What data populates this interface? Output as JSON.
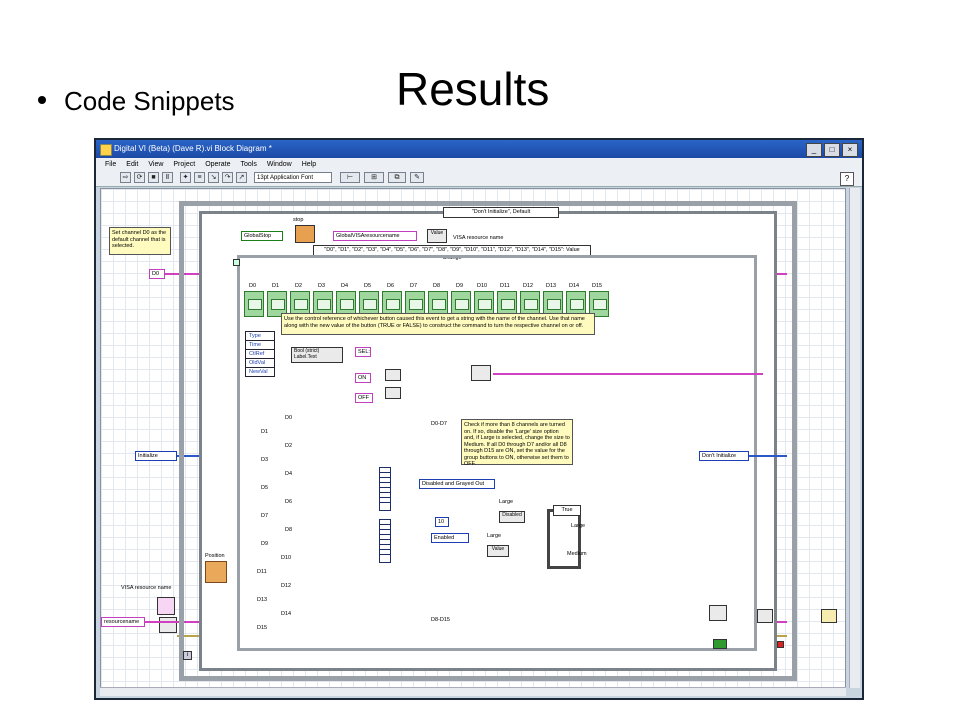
{
  "slide": {
    "title": "Results",
    "bullet": "Code Snippets"
  },
  "window": {
    "title": "Digital VI (Beta) (Dave R).vi Block Diagram *",
    "buttons": [
      "_",
      "□",
      "×"
    ],
    "menu": [
      "File",
      "Edit",
      "View",
      "Project",
      "Operate",
      "Tools",
      "Window",
      "Help"
    ],
    "toolbar": {
      "font_select": "13pt Application Font"
    }
  },
  "diagram": {
    "case_selector": "\"Don't Initialize\", Default",
    "event_selector": "\"D0\", \"D1\", \"D2\", \"D3\", \"D4\", \"D5\", \"D6\", \"D7\", \"D8\", \"D9\", \"D10\", \"D11\", \"D12\", \"D13\", \"D14\", \"D15\": Value Change",
    "note_default_channel": "Set channel D0 as the default channel that is selected.",
    "note_event": "Use the control reference of whichever button caused this event to get a string with the name of the channel. Use that name along with the new value of the button (TRUE or FALSE) to construct the command to turn the respective channel on or off.",
    "note_check": "Check if more than 8 channels are turned on. If so, disable the 'Large' size option and, if Large is selected, change the size to Medium. If all D0 through D7 and/or all D8 through D15 are ON, set the value for the group buttons to ON, otherwise set them to OFF.",
    "labels": {
      "stop": "stop",
      "global_stop": "GlobalStop",
      "global_visa": "GlobalVISAresourcename",
      "visa_resource": "VISA resource name",
      "value": "Value",
      "d0_const": "D0",
      "initialize": "Initialize",
      "dont_initialize": "Don't Initialize",
      "position": "Position",
      "visa_resource_left": "VISA resource name",
      "resourcename": "resourcename",
      "bool_strict": "Bool (strict)",
      "label_text": "Label.Text",
      "sel": "SEL:",
      "on": "ON",
      "off": "OFF",
      "disabled_grayed": "Disabled and Grayed Out",
      "enabled": "Enabled",
      "large": "Large",
      "disabled": "Disabled",
      "medium": "Medium",
      "true": "True",
      "d0_d7": "D0-D7",
      "d8_d15": "D8-D15",
      "ten": "10"
    },
    "event_data_fields": [
      "Type",
      "Time",
      "CtlRef",
      "OldVal",
      "NewVal"
    ],
    "button_labels": [
      "D0",
      "D1",
      "D2",
      "D3",
      "D4",
      "D5",
      "D6",
      "D7",
      "D8",
      "D9",
      "D10",
      "D11",
      "D12",
      "D13",
      "D14",
      "D15"
    ],
    "value_refs_a": [
      "D0",
      "D1",
      "D2",
      "D3",
      "D4",
      "D5",
      "D6",
      "D7"
    ],
    "value_refs_b": [
      "D8",
      "D9",
      "D10",
      "D11",
      "D12",
      "D13",
      "D14",
      "D15"
    ]
  }
}
